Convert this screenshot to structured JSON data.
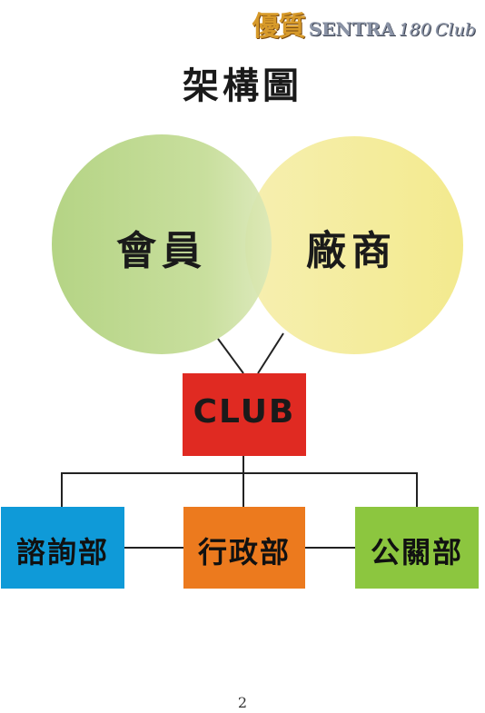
{
  "header": {
    "brand_cjk": "優質",
    "brand_sentra": "SENTRA",
    "brand_number": "180",
    "brand_club": "Club"
  },
  "title": "架構圖",
  "circles": {
    "members": "會員",
    "vendors": "廠商"
  },
  "club": "CLUB",
  "departments": {
    "consulting": "諮詢部",
    "administration": "行政部",
    "public_relations": "公關部"
  },
  "colors": {
    "members_circle": "#b9d584",
    "vendors_circle": "#f5ee9a",
    "club_box": "#e02a22",
    "consulting_box": "#0f9ad8",
    "administration_box": "#ec7a1e",
    "public_relations_box": "#8cc63f"
  },
  "page_number": "2"
}
